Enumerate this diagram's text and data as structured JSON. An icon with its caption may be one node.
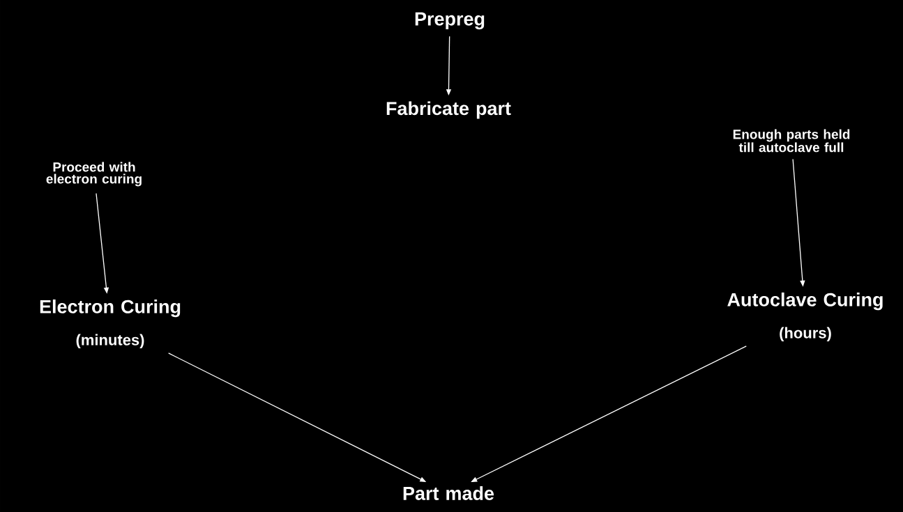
{
  "diagram": {
    "nodes": [
      {
        "text": [
          "Prepreg"
        ]
      },
      {
        "text": [
          "Fabricate part"
        ]
      },
      {
        "text": [
          "Proceed with electron curing"
        ]
      },
      {
        "text": [
          "Enough parts held till autoclave full"
        ]
      },
      {
        "text": [
          "Electron Curing",
          "(minutes)"
        ]
      },
      {
        "text": [
          "Autoclave Curing",
          "(hours)"
        ]
      },
      {
        "text": [
          "Part made"
        ]
      }
    ],
    "edges": [
      {
        "from": 0,
        "to": 1,
        "arrow": "to"
      },
      {
        "from": 2,
        "to": 4,
        "arrow": "to"
      },
      {
        "from": 3,
        "to": 5,
        "arrow": "to"
      },
      {
        "from": 4,
        "to": 6,
        "arrow": "to"
      },
      {
        "from": 5,
        "to": 6,
        "arrow": "to"
      }
    ]
  }
}
